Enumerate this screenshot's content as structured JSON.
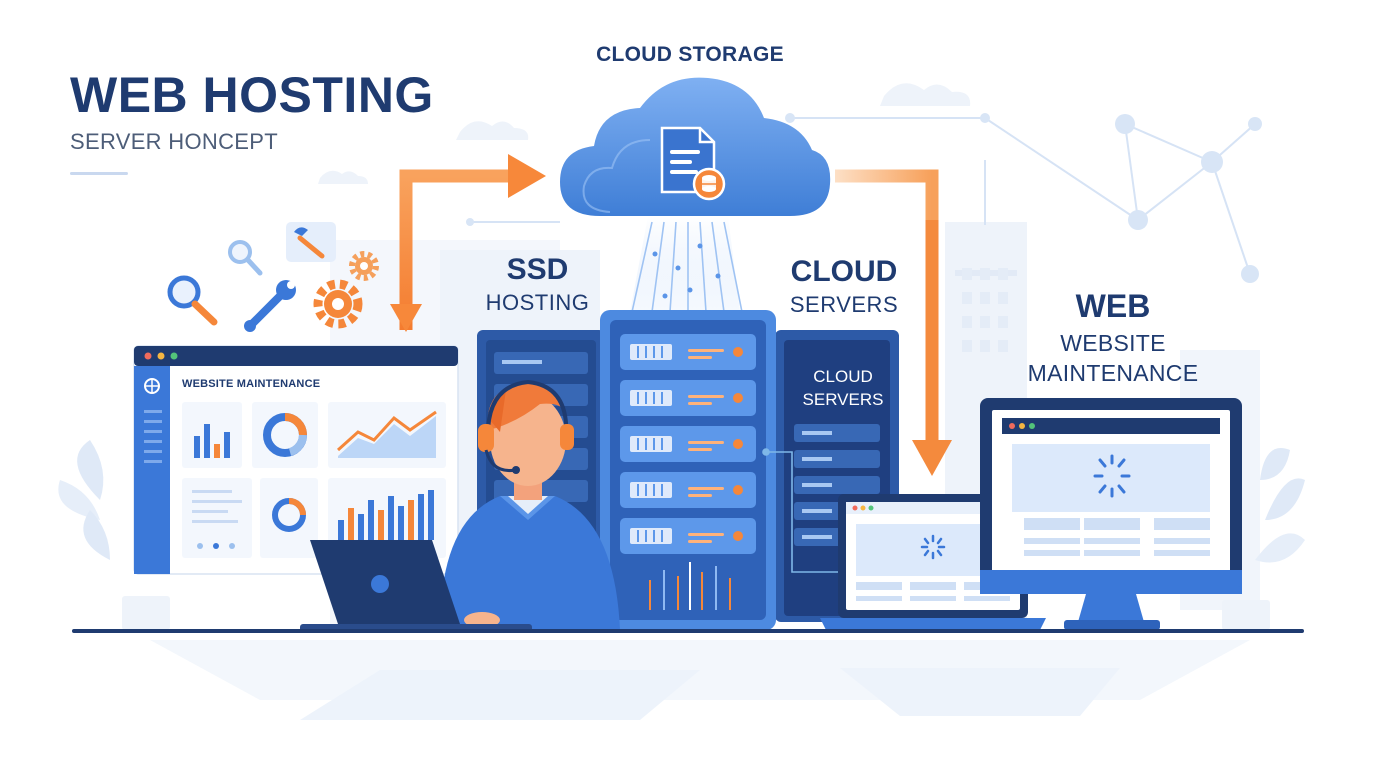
{
  "header": {
    "title": "WEB HOSTING",
    "subtitle": "SERVER HONCEPT"
  },
  "labels": {
    "cloud_storage": "CLOUD STORAGE",
    "ssd_title": "SSD",
    "ssd_sub": "HOSTING",
    "cloud_servers_title": "CLOUD",
    "cloud_servers_sub": "SERVERS",
    "web_title": "WEB",
    "web_sub_line1": "WEBSITE",
    "web_sub_line2": "MAINTENANCE",
    "rack_line1": "CLOUD",
    "rack_line2": "SERVERS"
  },
  "dashboard": {
    "title": "WEBSITE MAINTENANCE"
  },
  "colors": {
    "navy": "#1f3b70",
    "blue": "#3b78d8",
    "light_blue": "#dce9fb",
    "orange": "#f5873a",
    "skin": "#f6b48d",
    "hair": "#f07a3a"
  },
  "icons": [
    "search-icon",
    "wrench-icon",
    "gear-icon",
    "document-icon",
    "database-icon",
    "headset-icon",
    "laptop-icon",
    "loading-icon",
    "network-icon"
  ]
}
